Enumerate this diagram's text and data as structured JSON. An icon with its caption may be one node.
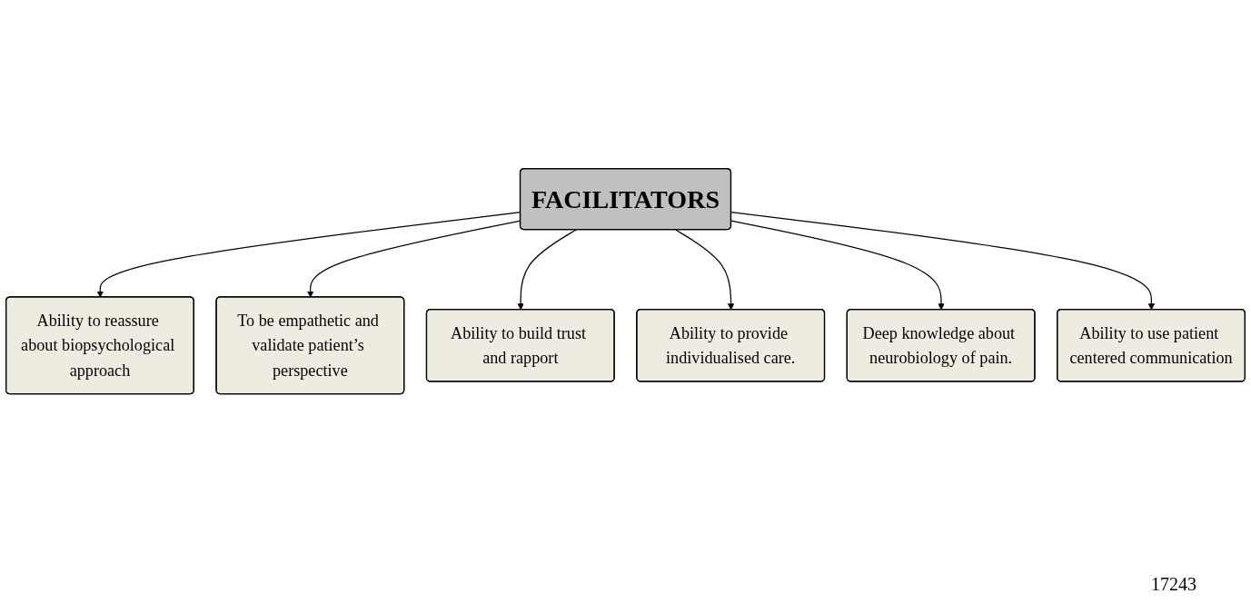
{
  "diagram": {
    "nodes": [
      {
        "text": [
          "Ability to reassure about biopsychological approach"
        ]
      },
      {
        "text": [
          "To be empathetic and validate patient’s perspective"
        ]
      },
      {
        "text": [
          "Ability to build trust and rapport"
        ]
      },
      {
        "text": [
          "FACILITATORS"
        ]
      },
      {
        "text": [
          "Ability to provide individualised care."
        ]
      },
      {
        "text": [
          "Deep knowledge about neurobiology of pain."
        ]
      },
      {
        "text": [
          "Ability to use patient centered communication"
        ]
      }
    ],
    "edges": [
      {
        "from": 3,
        "to": 0,
        "arrow": "to"
      },
      {
        "from": 3,
        "to": 1,
        "arrow": "to"
      },
      {
        "from": 3,
        "to": 2,
        "arrow": "to"
      },
      {
        "from": 3,
        "to": 4,
        "arrow": "to"
      },
      {
        "from": 3,
        "to": 5,
        "arrow": "to"
      },
      {
        "from": 3,
        "to": 6,
        "arrow": "to"
      }
    ],
    "labels": [
      "17243"
    ]
  }
}
